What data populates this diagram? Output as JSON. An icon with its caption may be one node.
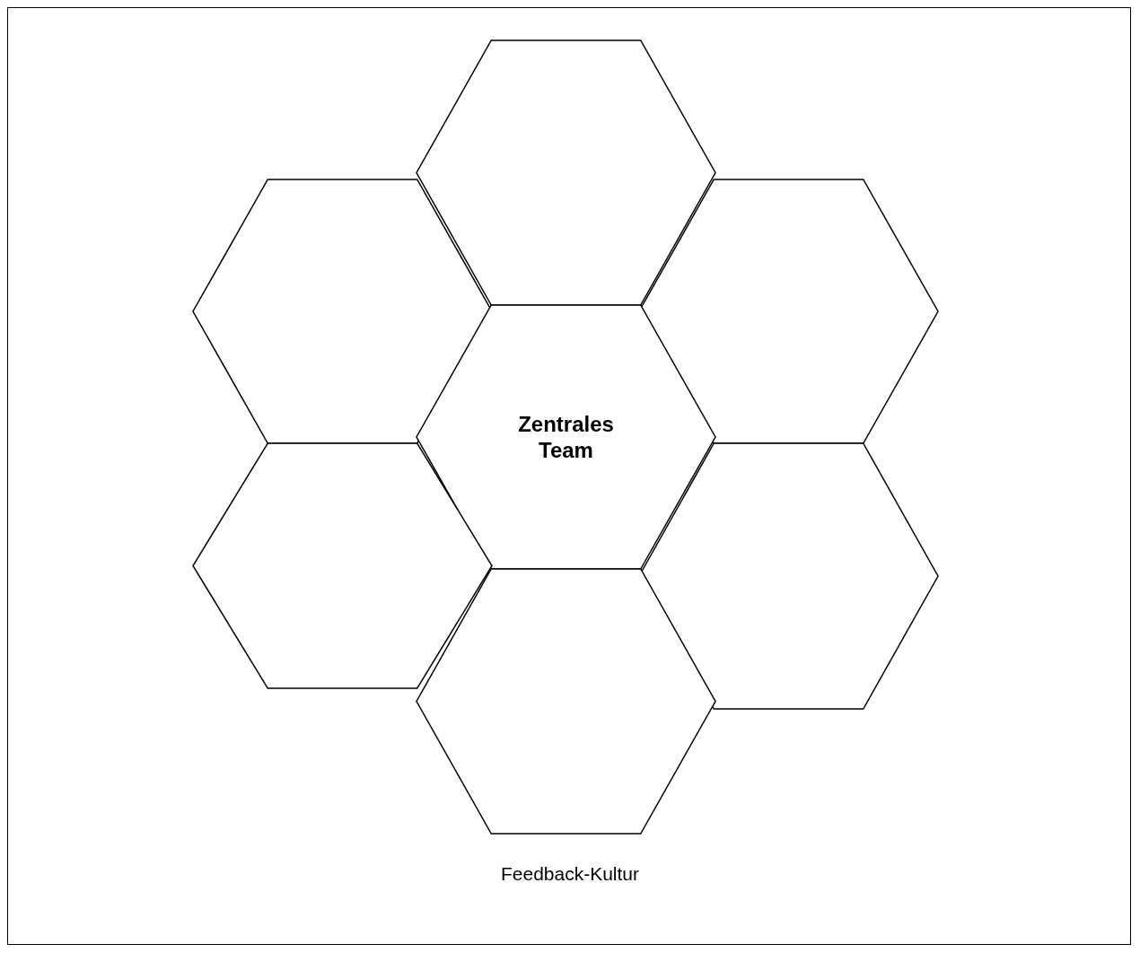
{
  "diagram": {
    "caption": "Feedback-Kultur",
    "nodes": [
      {
        "text": [],
        "shape": "hexagon"
      },
      {
        "text": [],
        "shape": "hexagon"
      },
      {
        "text": [],
        "shape": "hexagon"
      },
      {
        "text": [
          "Zentrales Team"
        ]
      },
      {
        "text": [],
        "shape": "hexagon"
      },
      {
        "text": [],
        "shape": "hexagon"
      },
      {
        "text": [],
        "shape": "hexagon"
      }
    ]
  }
}
